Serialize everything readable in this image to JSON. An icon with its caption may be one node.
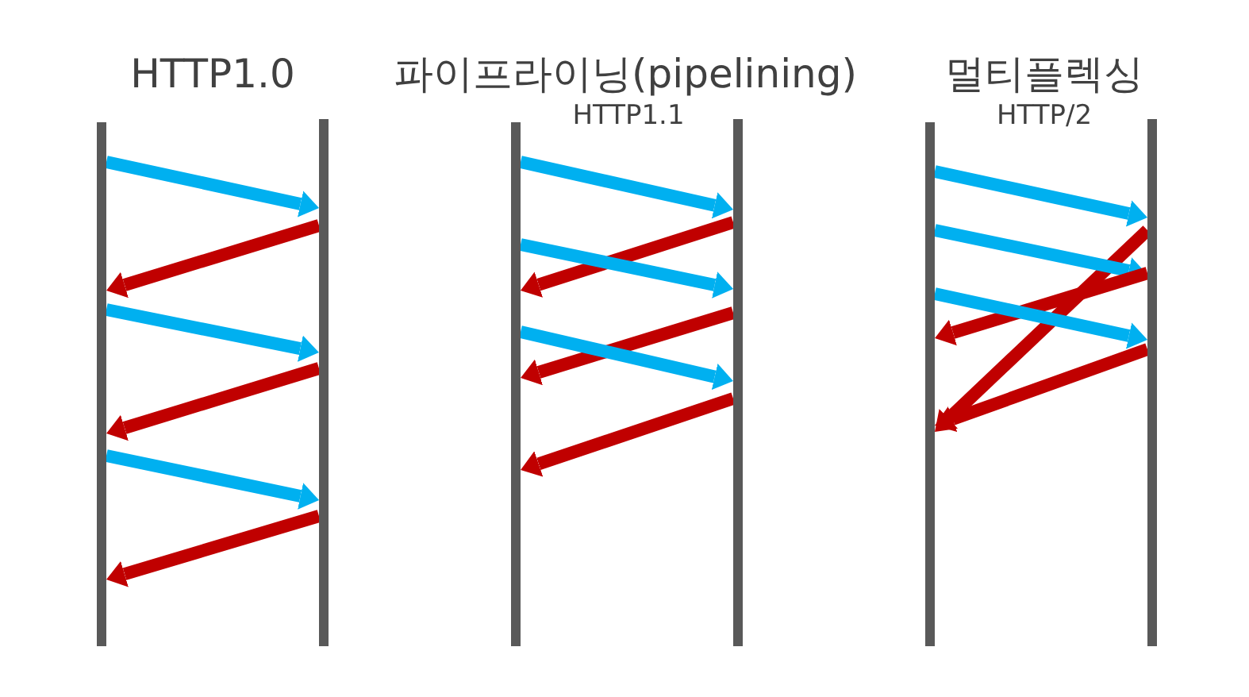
{
  "diagram": {
    "nodes": [
      {
        "text": [],
        "shape": "bar"
      },
      {
        "text": [],
        "shape": "bar"
      },
      {
        "text": [],
        "shape": "bar"
      },
      {
        "text": [],
        "shape": "bar"
      },
      {
        "text": [],
        "shape": "bar"
      },
      {
        "text": [],
        "shape": "bar"
      }
    ],
    "edges": [
      {
        "from": 0,
        "to": 1,
        "arrow": "to",
        "color": "#00b0f0"
      },
      {
        "from": 1,
        "to": 0,
        "arrow": "to",
        "color": "#c00000"
      },
      {
        "from": 0,
        "to": 1,
        "arrow": "to",
        "color": "#00b0f0"
      },
      {
        "from": 1,
        "to": 0,
        "arrow": "to",
        "color": "#c00000"
      },
      {
        "from": 0,
        "to": 1,
        "arrow": "to",
        "color": "#00b0f0"
      },
      {
        "from": 1,
        "to": 0,
        "arrow": "to",
        "color": "#c00000"
      },
      {
        "from": 2,
        "to": 3,
        "arrow": "to",
        "color": "#00b0f0"
      },
      {
        "from": 3,
        "to": 2,
        "arrow": "to",
        "color": "#c00000"
      },
      {
        "from": 2,
        "to": 3,
        "arrow": "to",
        "color": "#00b0f0"
      },
      {
        "from": 3,
        "to": 2,
        "arrow": "to",
        "color": "#c00000"
      },
      {
        "from": 2,
        "to": 3,
        "arrow": "to",
        "color": "#00b0f0"
      },
      {
        "from": 3,
        "to": 2,
        "arrow": "to",
        "color": "#c00000"
      },
      {
        "from": 4,
        "to": 5,
        "arrow": "to",
        "color": "#00b0f0"
      },
      {
        "from": 5,
        "to": 4,
        "arrow": "to",
        "color": "#c00000"
      },
      {
        "from": 4,
        "to": 5,
        "arrow": "to",
        "color": "#00b0f0"
      },
      {
        "from": 5,
        "to": 4,
        "arrow": "to",
        "color": "#c00000"
      },
      {
        "from": 4,
        "to": 5,
        "arrow": "to",
        "color": "#00b0f0"
      },
      {
        "from": 5,
        "to": 4,
        "arrow": "to",
        "color": "#c00000"
      }
    ],
    "labels": [
      "HTTP1.0",
      "파이프라이닝(pipelining)",
      "멀티플렉싱",
      "HTTP1.1",
      "HTTP/2"
    ]
  }
}
